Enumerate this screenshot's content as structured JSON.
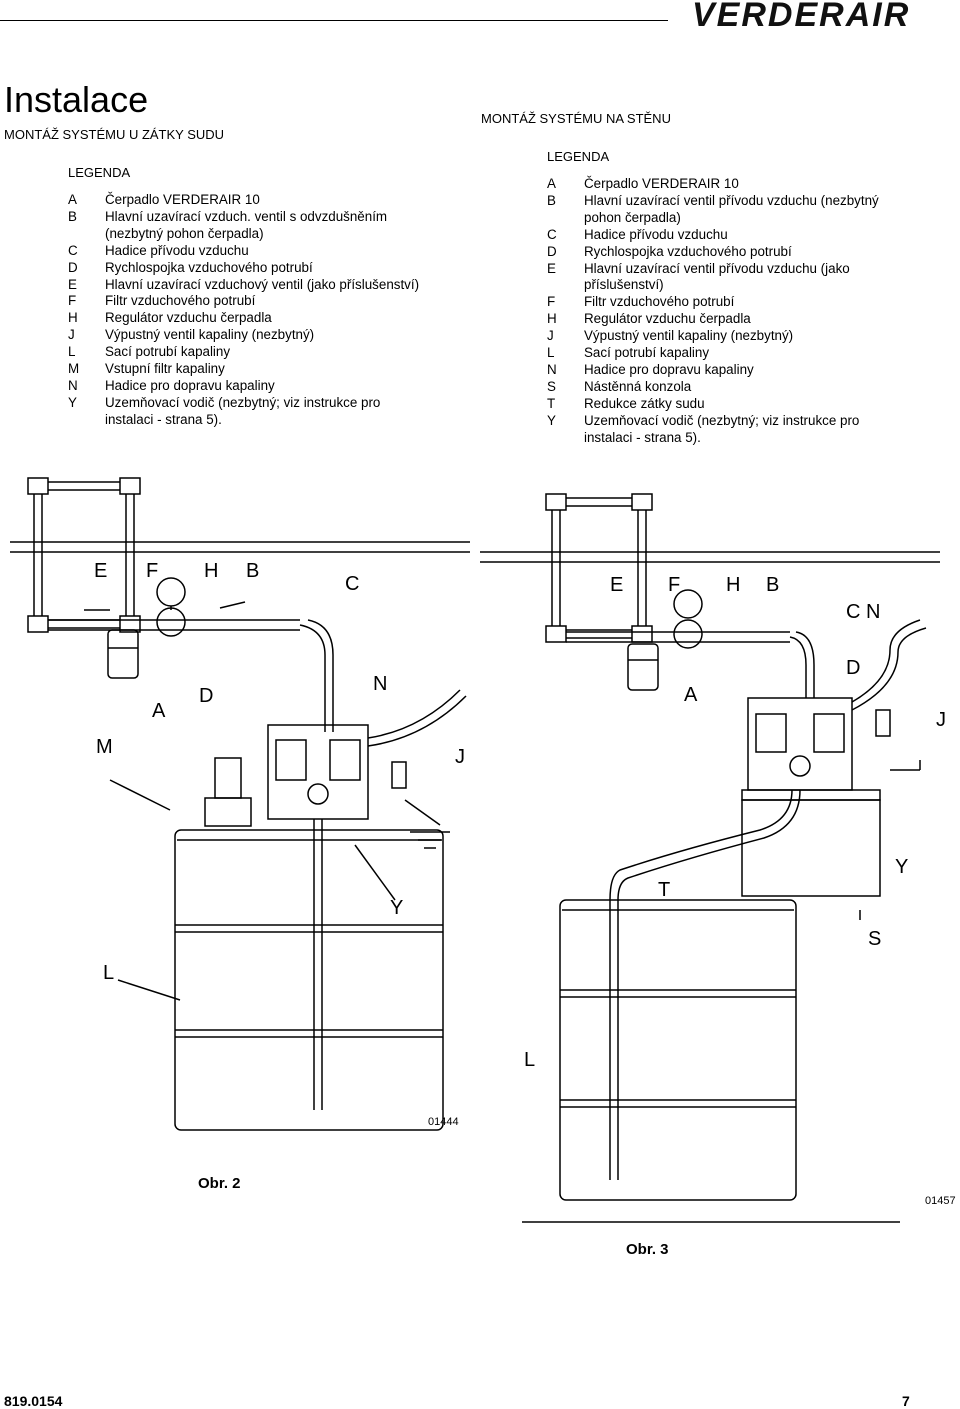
{
  "header": {
    "logo_text": "VERDERAIR"
  },
  "page_title": "Instalace",
  "left": {
    "subtitle": "MONTÁŽ SYSTÉMU U ZÁTKY SUDU",
    "legend_title": "LEGENDA",
    "items": [
      {
        "key": "A",
        "text": "Čerpadlo VERDERAIR 10"
      },
      {
        "key": "B",
        "text": "Hlavní uzavírací vzduch. ventil s odvzdušněním (nezbytný pohon čerpadla)"
      },
      {
        "key": "C",
        "text": "Hadice přívodu vzduchu"
      },
      {
        "key": "D",
        "text": "Rychlospojka vzduchového potrubí"
      },
      {
        "key": "E",
        "text": "Hlavní uzavírací vzduchový ventil (jako příslušenství)"
      },
      {
        "key": "F",
        "text": "Filtr vzduchového potrubí"
      },
      {
        "key": "H",
        "text": "Regulátor vzduchu čerpadla"
      },
      {
        "key": "J",
        "text": "Výpustný ventil kapaliny (nezbytný)"
      },
      {
        "key": "L",
        "text": "Sací potrubí kapaliny"
      },
      {
        "key": "M",
        "text": "Vstupní filtr kapaliny"
      },
      {
        "key": "N",
        "text": "Hadice pro dopravu kapaliny"
      },
      {
        "key": "Y",
        "text": "Uzemňovací vodič (nezbytný; viz instrukce pro instalaci - strana 5)."
      }
    ],
    "figure_labels": [
      "E",
      "F",
      "H",
      "B",
      "C",
      "N",
      "A",
      "D",
      "M",
      "J",
      "Y",
      "L"
    ],
    "figure_id": "01444",
    "caption": "Obr. 2"
  },
  "right": {
    "subtitle": "MONTÁŽ SYSTÉMU NA STĚNU",
    "legend_title": "LEGENDA",
    "items": [
      {
        "key": "A",
        "text": "Čerpadlo VERDERAIR 10"
      },
      {
        "key": "B",
        "text": "Hlavní uzavírací ventil přívodu vzduchu (nezbytný pohon čerpadla)"
      },
      {
        "key": "C",
        "text": "Hadice přívodu vzduchu"
      },
      {
        "key": "D",
        "text": "Rychlospojka vzduchového potrubí"
      },
      {
        "key": "E",
        "text": "Hlavní uzavírací ventil přívodu vzduchu (jako příslušenství)"
      },
      {
        "key": "F",
        "text": "Filtr vzduchového potrubí"
      },
      {
        "key": "H",
        "text": "Regulátor vzduchu čerpadla"
      },
      {
        "key": "J",
        "text": "Výpustný ventil kapaliny (nezbytný)"
      },
      {
        "key": "L",
        "text": "Sací potrubí kapaliny"
      },
      {
        "key": "N",
        "text": "Hadice pro dopravu kapaliny"
      },
      {
        "key": "S",
        "text": "Nástěnná konzola"
      },
      {
        "key": "T",
        "text": "Redukce zátky sudu"
      },
      {
        "key": "Y",
        "text": "Uzemňovací vodič (nezbytný; viz instrukce pro instalaci - strana 5)."
      }
    ],
    "figure_labels": [
      "E",
      "F",
      "H",
      "B",
      "C N",
      "D",
      "A",
      "J",
      "Y",
      "T",
      "S",
      "L"
    ],
    "figure_id": "01457",
    "caption": "Obr. 3"
  },
  "footer": {
    "doc_number": "819.0154",
    "page_number": "7"
  }
}
